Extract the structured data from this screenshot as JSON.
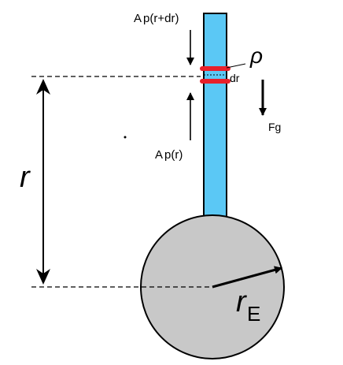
{
  "labels": {
    "force_top_prefix": "A",
    "force_top": "p(r+dr)",
    "force_bottom_prefix": "A",
    "force_bottom": "p(r)",
    "density": "ρ",
    "slice": "dr",
    "gravity": "Fg",
    "height": "r",
    "radius_main": "r",
    "radius_sub": "E"
  },
  "colors": {
    "tube_fill": "#5bc8f5",
    "tube_outline": "#000000",
    "slice": "#e8202a",
    "planet_fill": "#c8c8c8",
    "planet_outline": "#000000"
  }
}
